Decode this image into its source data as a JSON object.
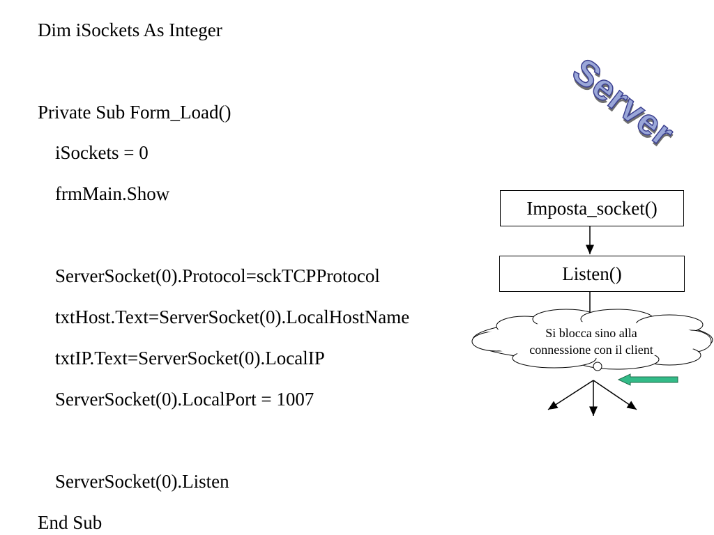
{
  "code_lines": [
    "Dim iSockets As Integer",
    "Private Sub Form_Load()",
    "iSockets = 0",
    "frmMain.Show",
    "ServerSocket(0).Protocol=sckTCPProtocol",
    "txtHost.Text=ServerSocket(0).LocalHostName",
    "txtIP.Text=ServerSocket(0).LocalIP",
    "ServerSocket(0).LocalPort = 1007",
    "ServerSocket(0).Listen",
    "End Sub"
  ],
  "title": "Server",
  "diagram": {
    "box1": "Imposta_socket()",
    "box2": "Listen()",
    "cloud_text": "Si blocca sino alla connessione con il client",
    "arrow_color": "#33bb88"
  },
  "colors": {
    "title_fill": "#9aa7d8",
    "title_stroke": "#3b3f8f"
  }
}
